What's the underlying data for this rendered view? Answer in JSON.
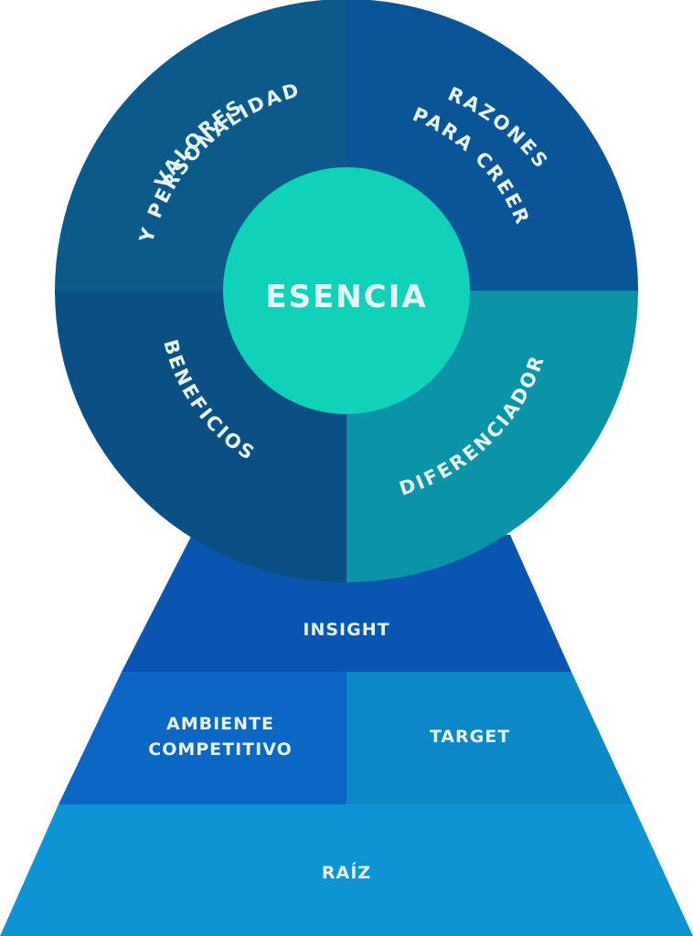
{
  "center": {
    "label": "ESENCIA"
  },
  "quadrants": {
    "valores": {
      "line1": "VALORES",
      "line2": "Y PERSONALIDAD"
    },
    "razones": {
      "line1": "RAZONES",
      "line2": "PARA CREER"
    },
    "beneficios": {
      "label": "BENEFICIOS"
    },
    "diferenciador": {
      "label": "DIFERENCIADOR"
    }
  },
  "pyramid": {
    "insight": {
      "label": "INSIGHT"
    },
    "ambiente": {
      "line1": "AMBIENTE",
      "line2": "COMPETITIVO"
    },
    "target": {
      "label": "TARGET"
    },
    "raiz": {
      "label": "RAÍZ"
    }
  },
  "colors": {
    "valores": "#0b5a8a",
    "razones": "#0a5598",
    "beneficios": "#0b5085",
    "diferenciador": "#0b94a8",
    "center": "#0fd2b8",
    "insight": "#0a55b2",
    "ambiente": "#0b66c4",
    "target": "#0c87c8",
    "raiz": "#0e94d5",
    "text": "#e6f3f7"
  }
}
